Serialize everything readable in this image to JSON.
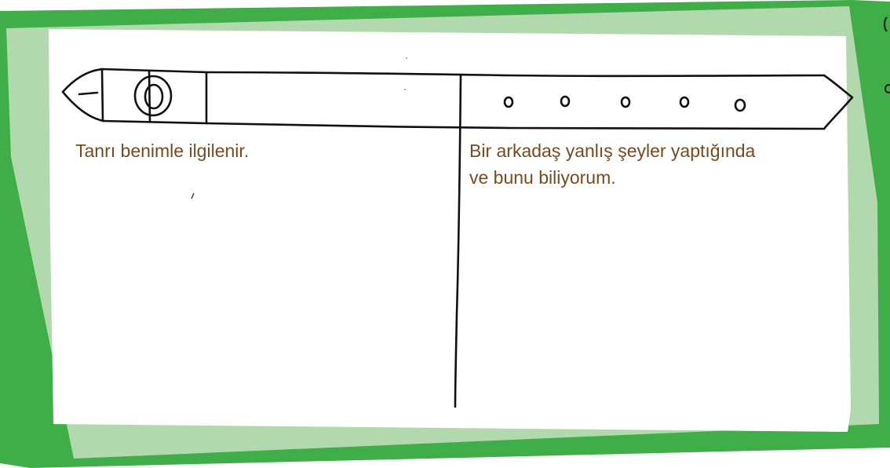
{
  "colors": {
    "frame_dark_green": "#3fae49",
    "frame_light_green": "#b2d9ad",
    "paper": "#ffffff",
    "ink": "#111111",
    "caption_text": "#7a4a1e"
  },
  "drawing": {
    "subject": "belt-with-buckle",
    "hole_count": 5
  },
  "captions": {
    "left": "Tanrı benimle ilgilenir.",
    "right_line1": "Bir arkadaş yanlış şeyler yaptığında",
    "right_line2": "ve bunu biliyorum."
  }
}
